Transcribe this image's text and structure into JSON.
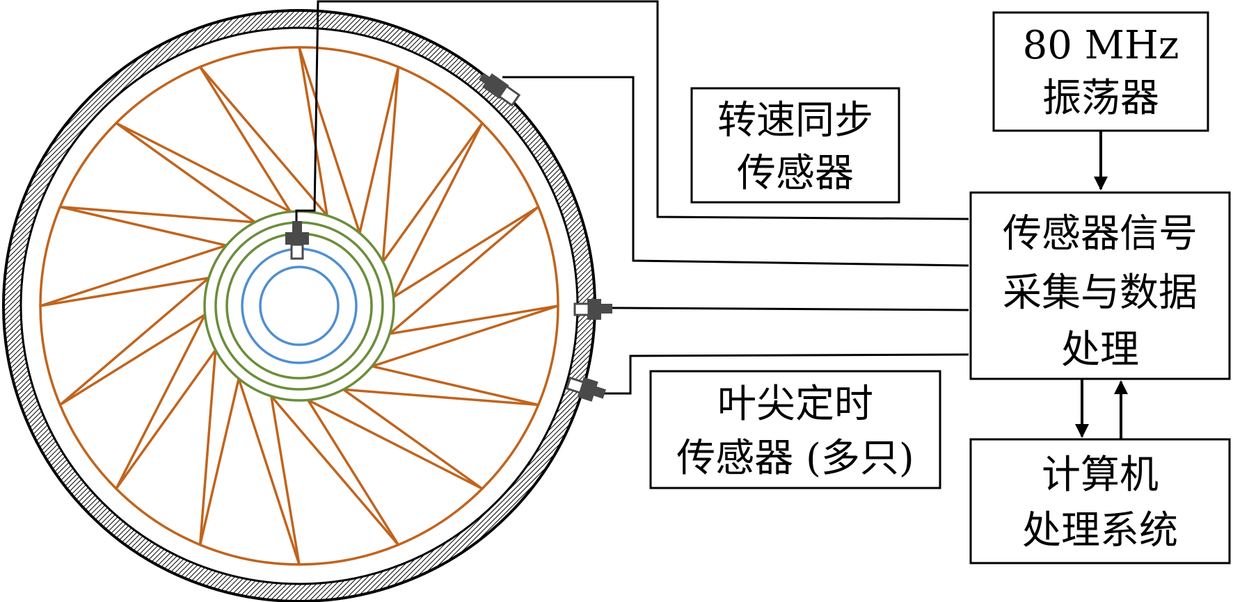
{
  "boxes": {
    "oscillator": {
      "lines": [
        "80 MHz",
        "振荡器"
      ]
    },
    "speed_sync_sensor": {
      "lines": [
        "转速同步",
        "传感器"
      ]
    },
    "acquisition": {
      "lines": [
        "传感器信号",
        "采集与数据",
        "处理"
      ]
    },
    "tip_timing_sensor": {
      "lines": [
        "叶尖定时",
        "传感器 (多只)"
      ]
    },
    "computer": {
      "lines": [
        "计算机",
        "处理系统"
      ]
    }
  },
  "colors": {
    "blade": "#c0641e",
    "disk_ring": "#6b8e3a",
    "shaft": "#4f8fd0",
    "line": "#000000",
    "sensor": "#4a4a4a"
  },
  "rotor": {
    "blade_count": 16
  }
}
